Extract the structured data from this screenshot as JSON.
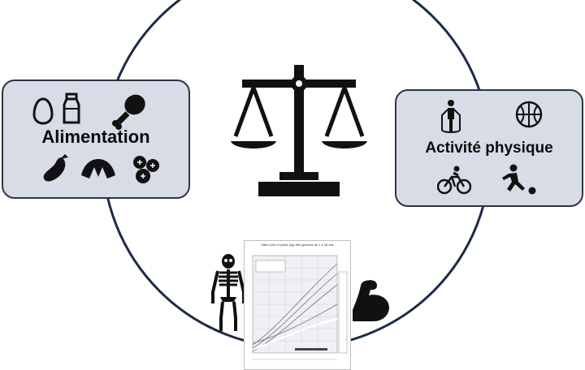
{
  "food": {
    "title": "Alimentation",
    "icons": [
      "egg-icon",
      "milk-bottle-icon",
      "chicken-leg-icon",
      "eggplant-icon",
      "croissant-icon",
      "blueberries-icon"
    ]
  },
  "activity": {
    "title": "Activité physique",
    "icons": [
      "jump-rope-icon",
      "basketball-icon",
      "cyclist-icon",
      "soccer-player-icon"
    ]
  },
  "center": {
    "icon": "balance-scale-icon"
  },
  "bottom": {
    "icons": [
      "skeleton-icon",
      "growth-chart-icon",
      "flexed-bicep-icon"
    ],
    "chart_title": "Taille (cm) et poids (kg) des garçons de 1 à 18 ans"
  },
  "colors": {
    "ring": "#1d2a4a",
    "box_fill": "#d7dce6",
    "box_border": "#2e3440",
    "icon": "#111111"
  }
}
